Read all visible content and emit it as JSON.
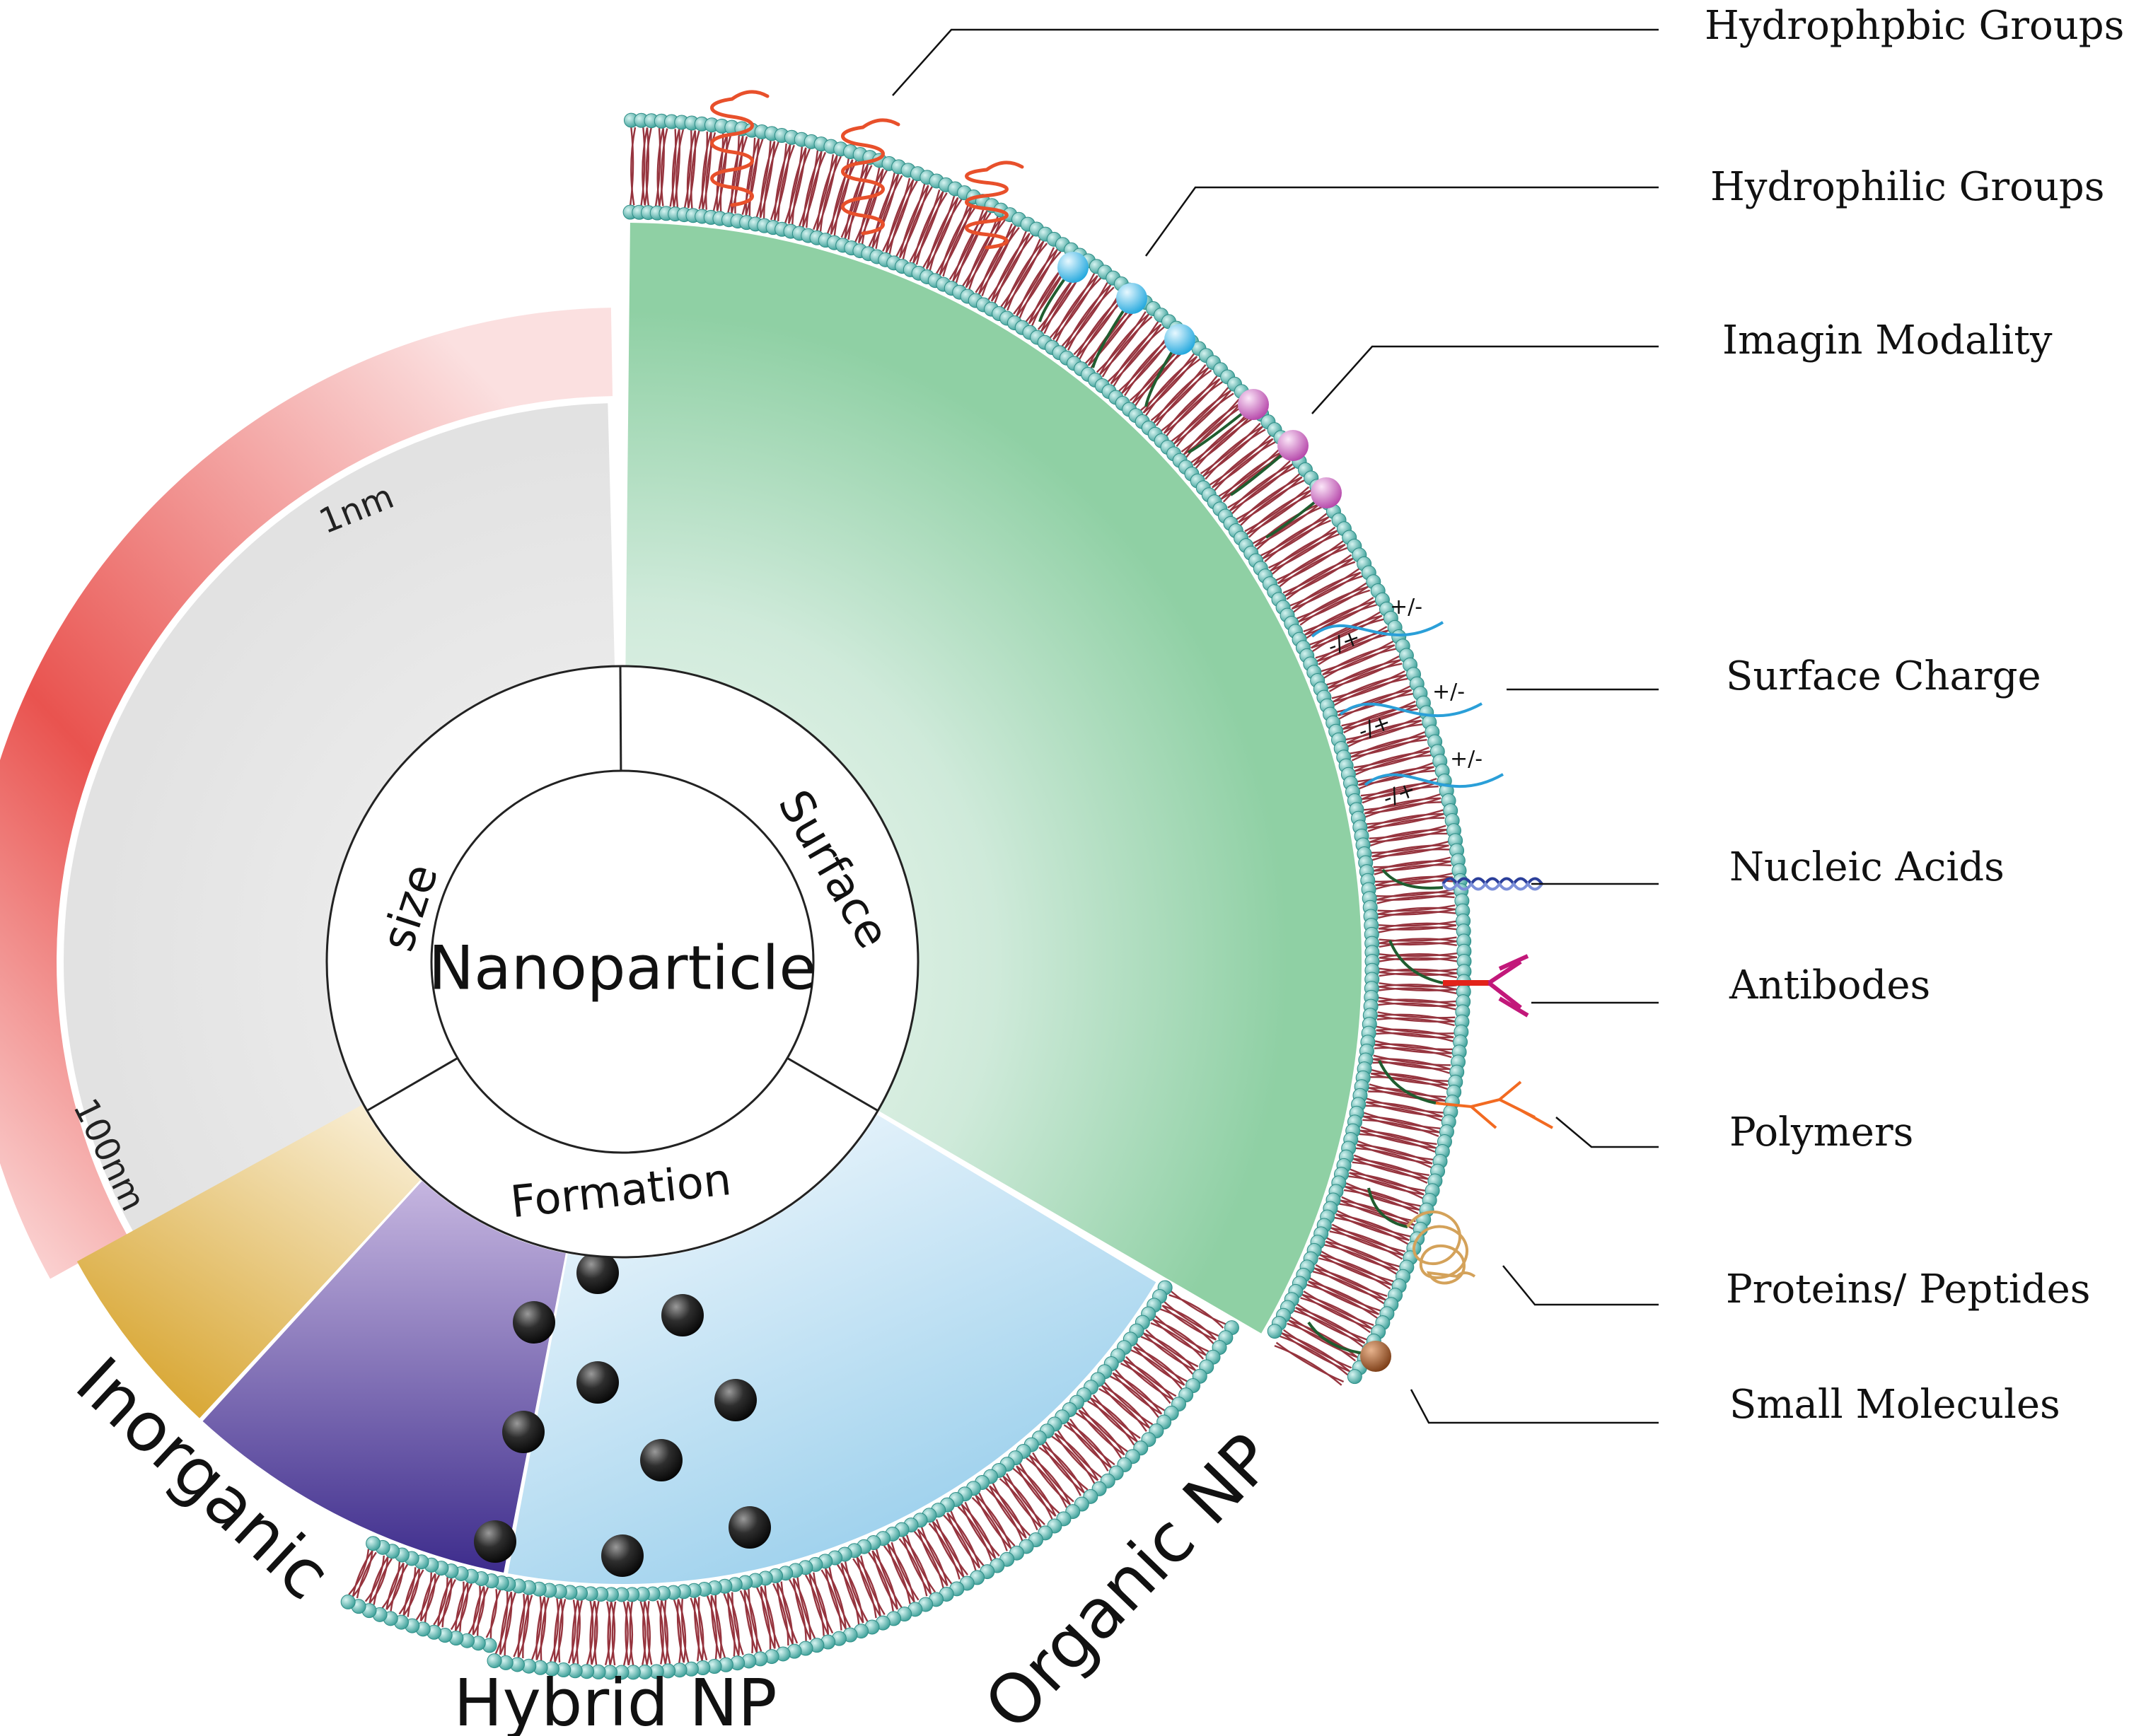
{
  "center": {
    "title": "Nanoparticle"
  },
  "ring": {
    "size": "size",
    "surface": "Surface",
    "formation": "Formation"
  },
  "size_scale": {
    "small": "1nm",
    "large": "100nm"
  },
  "classes": {
    "inorganic": "Inorganic",
    "hybrid": "Hybrid NP",
    "organic": "Organic NP"
  },
  "surface_labels": [
    "Hydrophpbic Groups",
    "Hydrophilic Groups",
    "Imagin Modality",
    "Surface Charge",
    "Nucleic Acids",
    "Antibodes",
    "Polymers",
    "Proteins/ Peptides",
    "Small Molecules"
  ],
  "charges": {
    "plus_minus": "+/-",
    "minus_plus": "-/+"
  },
  "colors": {
    "lipid_head": "#4fb8b0",
    "lipid_tail": "#8b1f2a",
    "hydrophobic": "#e8502b",
    "hydrophilic": "#2fb3e6",
    "imaging": "#c04fb5",
    "charge_wave": "#2a9fd8",
    "stem": "#1f5d2f",
    "core_green": "#8fd0a4",
    "inorganic": "#d7a42a",
    "hybrid": "#5b4aa6",
    "organic": "#8fcaea",
    "size_bar": "#e8504d",
    "wedge_grey": "#e6e6e6"
  }
}
